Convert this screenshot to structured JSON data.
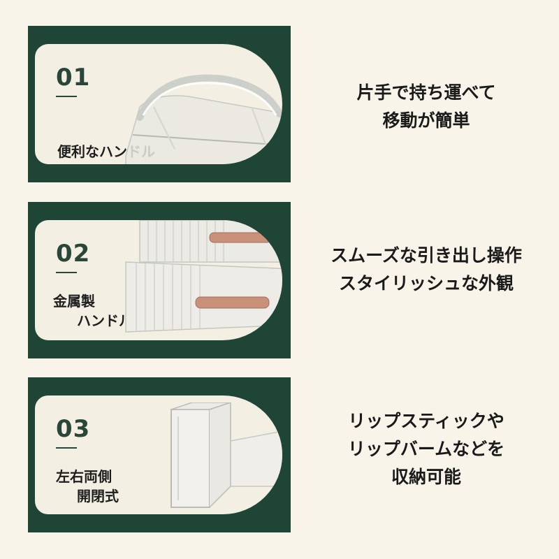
{
  "sections": [
    {
      "number": "01",
      "label_lines": [
        "便利なハンドル"
      ],
      "description_lines": [
        "片手で持ち運べて",
        "移動が簡単"
      ]
    },
    {
      "number": "02",
      "label_lines": [
        "金属製",
        "ハンドル"
      ],
      "description_lines": [
        "スムーズな引き出し操作",
        "スタイリッシュな外観"
      ]
    },
    {
      "number": "03",
      "label_lines": [
        "左右両側",
        "開閉式"
      ],
      "description_lines": [
        "リップスティックや",
        "リップバームなどを",
        "収納可能"
      ]
    }
  ],
  "colors": {
    "panel_green": "#1f4537",
    "card_cream": "#f3efe2",
    "page_background": "#f8f4e9",
    "handle_copper": "#c9907a"
  }
}
